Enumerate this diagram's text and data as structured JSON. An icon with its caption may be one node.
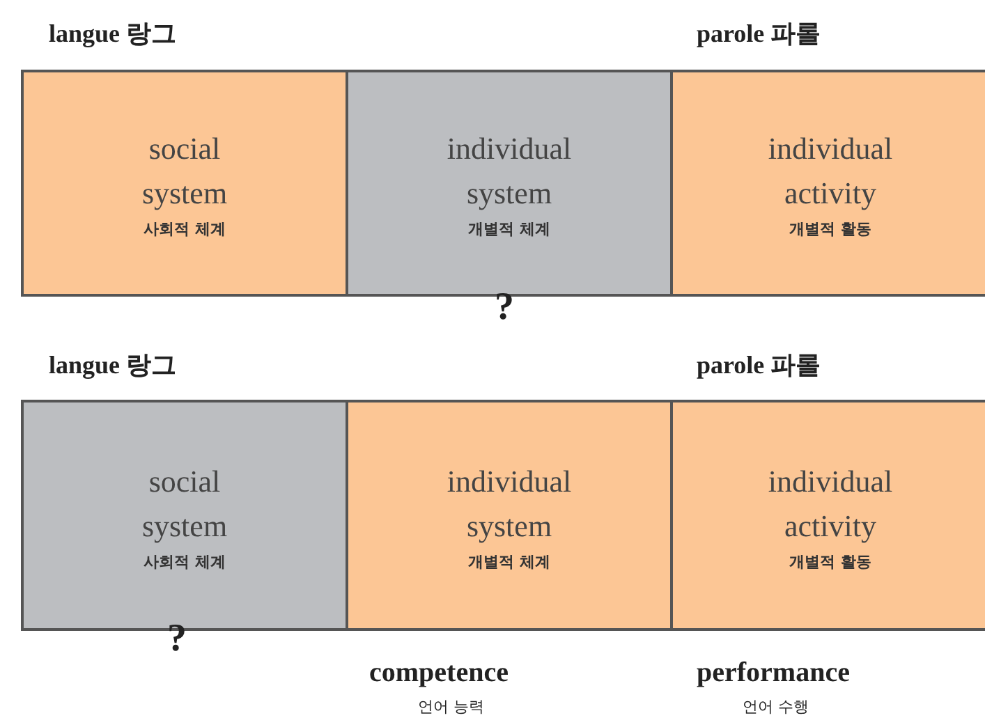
{
  "diagram": {
    "nodes": [
      {
        "text": [
          "social system",
          "사회적 체계"
        ]
      },
      {
        "text": [
          "individual system",
          "개별적 체계"
        ]
      },
      {
        "text": [
          "individual activity",
          "개별적 활동"
        ]
      },
      {
        "text": [
          "social system",
          "사회적 체계"
        ]
      },
      {
        "text": [
          "individual system",
          "개별적 체계"
        ]
      },
      {
        "text": [
          "individual activity",
          "개별적 활동"
        ]
      }
    ],
    "labels": [
      "langue 랑그",
      "parole 파롤",
      "?",
      "langue 랑그",
      "parole 파롤",
      "?",
      "competence",
      "언어 능력",
      "performance",
      "언어 수행"
    ]
  }
}
